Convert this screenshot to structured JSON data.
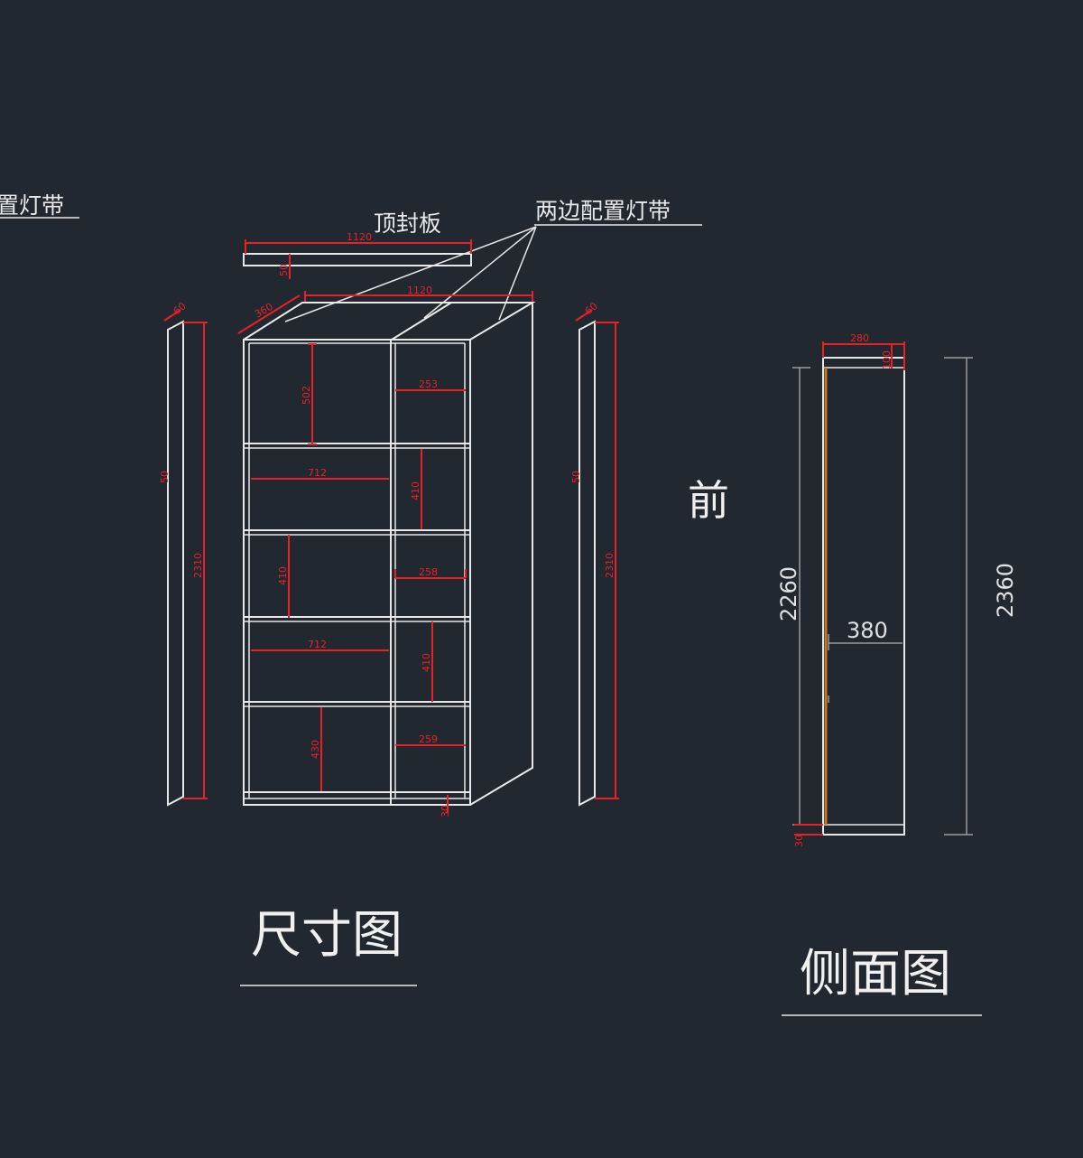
{
  "labels": {
    "led_strip_left_fragment": "置灯带",
    "top_panel": "顶封板",
    "led_strip_both_sides": "两边配置灯带",
    "front": "前",
    "dimension_drawing": "尺寸图",
    "side_view": "侧面图"
  },
  "front_dimensions": {
    "top_panel_width": "1120",
    "top_panel_thickness": "50",
    "cabinet_width": "1120",
    "depth": "360",
    "left_panel_thickness": "60",
    "left_panel_mark": "50",
    "left_panel_height": "2310",
    "right_panel_thickness": "60",
    "right_panel_mark": "50",
    "right_panel_height": "2310",
    "left_cell_1_height": "502",
    "right_cell_1_width": "253",
    "left_cell_2_width": "712",
    "right_cell_2_height": "410",
    "left_cell_3_height": "410",
    "right_cell_3_width": "258",
    "left_cell_4_width": "712",
    "right_cell_4_height": "410",
    "left_cell_5_height": "430",
    "right_cell_5_width": "259",
    "base_height": "30"
  },
  "side_dimensions": {
    "top_width": "280",
    "top_height": "100",
    "inner_height": "2260",
    "total_height": "2360",
    "depth": "380",
    "base_height": "30"
  }
}
